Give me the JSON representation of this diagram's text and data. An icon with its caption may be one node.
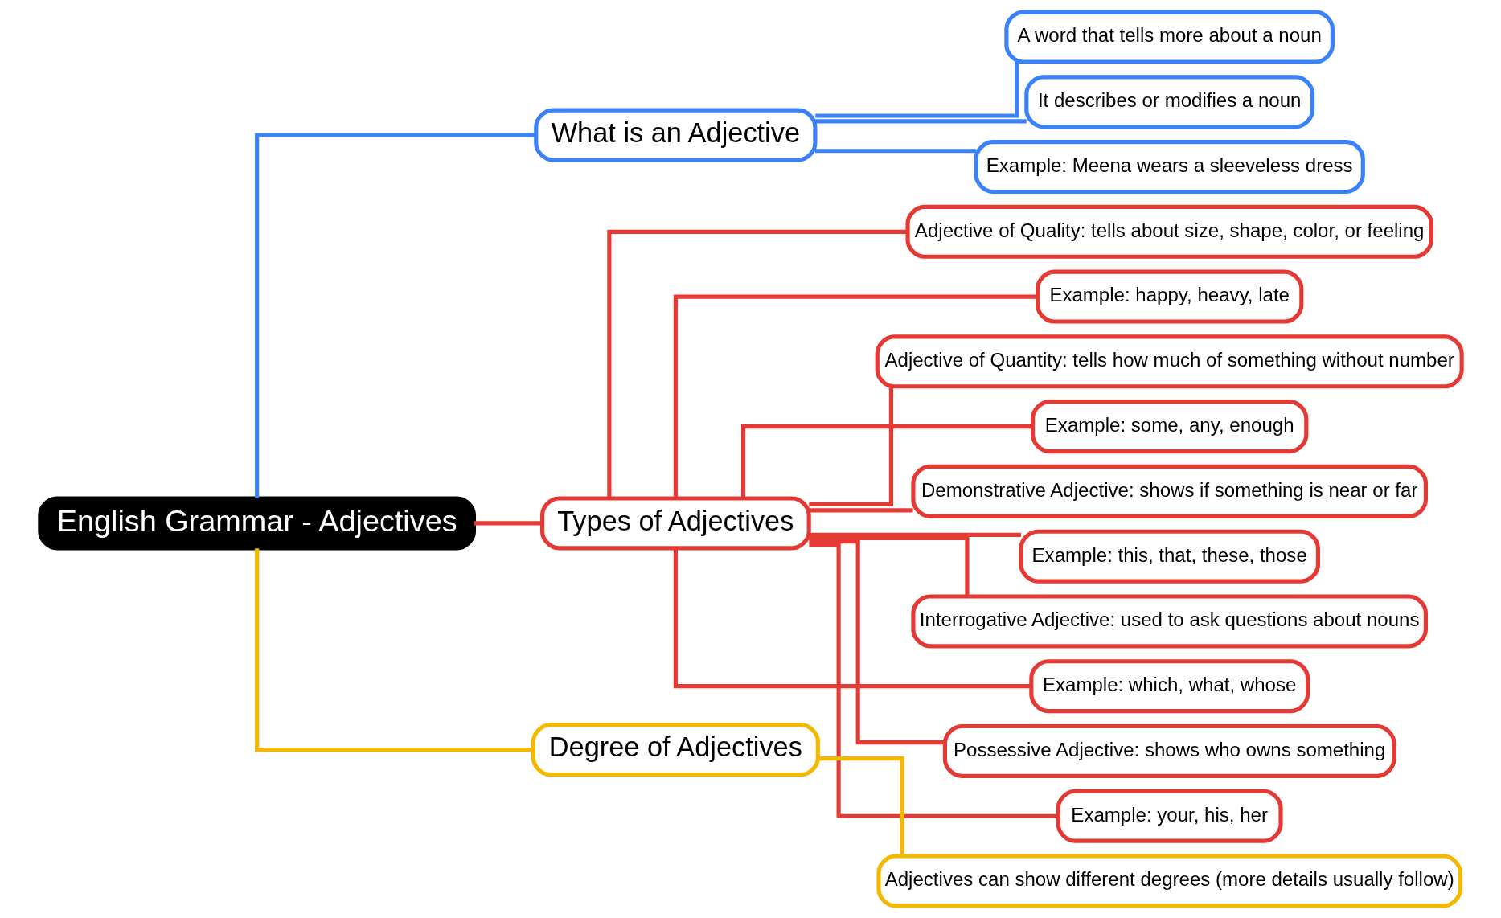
{
  "diagram": {
    "nodes": [
      {
        "text": [
          "English Grammar - Adjectives"
        ]
      },
      {
        "text": [
          "What is an Adjective"
        ]
      },
      {
        "text": [
          "A word that tells more about a noun"
        ]
      },
      {
        "text": [
          "It describes or modifies a noun"
        ]
      },
      {
        "text": [
          "Example: Meena wears a sleeveless dress"
        ]
      },
      {
        "text": [
          "Types of Adjectives"
        ]
      },
      {
        "text": [
          "Adjective of Quality: tells about size, shape, color, or feeling"
        ]
      },
      {
        "text": [
          "Example: happy, heavy, late"
        ]
      },
      {
        "text": [
          "Adjective of Quantity: tells how much of something without number"
        ]
      },
      {
        "text": [
          "Example: some, any, enough"
        ]
      },
      {
        "text": [
          "Demonstrative Adjective: shows if something is near or far"
        ]
      },
      {
        "text": [
          "Example: this, that, these, those"
        ]
      },
      {
        "text": [
          "Interrogative Adjective: used to ask questions about nouns"
        ]
      },
      {
        "text": [
          "Example: which, what, whose"
        ]
      },
      {
        "text": [
          "Possessive Adjective: shows who owns something"
        ]
      },
      {
        "text": [
          "Example: your, his, her"
        ]
      },
      {
        "text": [
          "Degree of Adjectives"
        ]
      },
      {
        "text": [
          "Adjectives can show different degrees (more details usually follow)"
        ]
      }
    ],
    "edges": [
      {
        "from": 0,
        "to": 1,
        "arrow": "none",
        "color": "#3b82f6"
      },
      {
        "from": 1,
        "to": 2,
        "arrow": "none",
        "color": "#3b82f6"
      },
      {
        "from": 1,
        "to": 3,
        "arrow": "none",
        "color": "#3b82f6"
      },
      {
        "from": 1,
        "to": 4,
        "arrow": "none",
        "color": "#3b82f6"
      },
      {
        "from": 0,
        "to": 5,
        "arrow": "none"
      },
      {
        "from": 5,
        "to": 6,
        "arrow": "none"
      },
      {
        "from": 5,
        "to": 7,
        "arrow": "none"
      },
      {
        "from": 5,
        "to": 8,
        "arrow": "none"
      },
      {
        "from": 5,
        "to": 9,
        "arrow": "none"
      },
      {
        "from": 5,
        "to": 10,
        "arrow": "none"
      },
      {
        "from": 5,
        "to": 11,
        "arrow": "none"
      },
      {
        "from": 5,
        "to": 12,
        "arrow": "none"
      },
      {
        "from": 5,
        "to": 13,
        "arrow": "none"
      },
      {
        "from": 5,
        "to": 14,
        "arrow": "none"
      },
      {
        "from": 5,
        "to": 15,
        "arrow": "none"
      },
      {
        "from": 0,
        "to": 16,
        "arrow": "none",
        "color": "#f5b800"
      },
      {
        "from": 16,
        "to": 17,
        "arrow": "none",
        "color": "#f5b800"
      }
    ]
  }
}
